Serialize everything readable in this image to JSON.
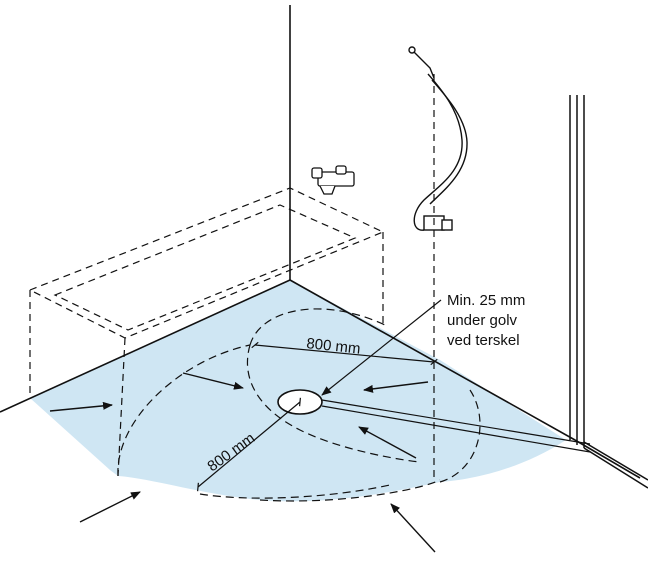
{
  "labels": {
    "dim_top": "800 mm",
    "dim_diag": "800 mm",
    "note_line1": "Min. 25 mm",
    "note_line2": "under golv",
    "note_line3": "ved terskel"
  },
  "colors": {
    "floor_fill": "#cfe6f3",
    "line": "#111111",
    "background": "#ffffff"
  },
  "icons": {
    "drain": "floor-drain-icon",
    "arrows": "slope-arrow-icon",
    "handshower": "hand-shower-icon",
    "bathtub_faucet": "bath-mixer-icon"
  }
}
